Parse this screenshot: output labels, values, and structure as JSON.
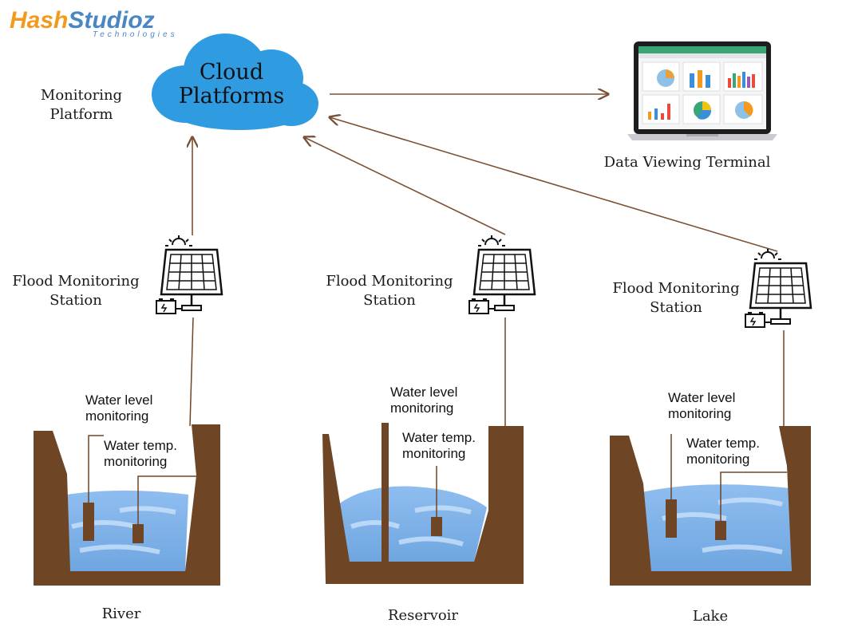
{
  "logo": {
    "brand_part1": "Hash",
    "brand_part2": "Studioz",
    "tagline": "Technologies"
  },
  "cloud": {
    "line1": "Cloud",
    "line2": "Platforms"
  },
  "labels": {
    "monitoring_platform_1": "Monitoring",
    "monitoring_platform_2": "Platform",
    "data_viewing_terminal": "Data Viewing Terminal"
  },
  "stations": [
    {
      "title1": "Flood Monitoring",
      "title2": "Station",
      "level1": "Water level",
      "level2": "monitoring",
      "temp1": "Water temp.",
      "temp2": "monitoring",
      "site": "River"
    },
    {
      "title1": "Flood Monitoring",
      "title2": "Station",
      "level1": "Water level",
      "level2": "monitoring",
      "temp1": "Water temp.",
      "temp2": "monitoring",
      "site": "Reservoir"
    },
    {
      "title1": "Flood Monitoring",
      "title2": "Station",
      "level1": "Water level",
      "level2": "monitoring",
      "temp1": "Water temp.",
      "temp2": "monitoring",
      "site": "Lake"
    }
  ],
  "colors": {
    "arrow": "#7a5136",
    "soil": "#6e4525",
    "water": "#7fb3e8",
    "cloud": "#2f9be0",
    "logo_orange": "#f39a1e",
    "logo_blue": "#4a86c5"
  }
}
